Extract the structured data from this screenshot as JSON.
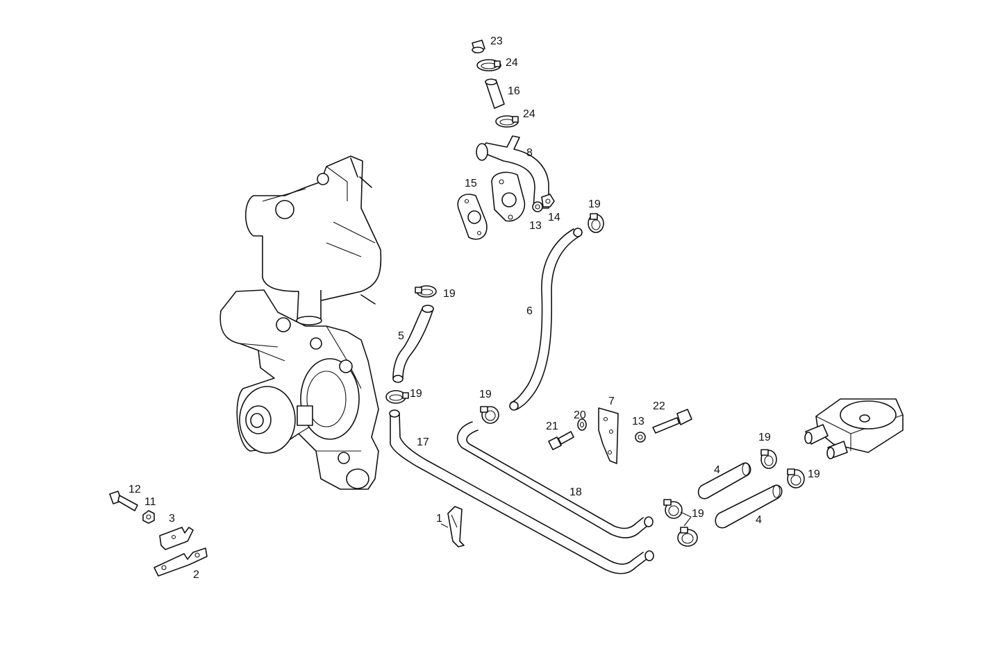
{
  "diagram": {
    "callouts": [
      {
        "id": "c23",
        "text": "23"
      },
      {
        "id": "c24a",
        "text": "24"
      },
      {
        "id": "c16",
        "text": "16"
      },
      {
        "id": "c24b",
        "text": "24"
      },
      {
        "id": "c8",
        "text": "8"
      },
      {
        "id": "c15",
        "text": "15"
      },
      {
        "id": "c13a",
        "text": "13"
      },
      {
        "id": "c14",
        "text": "14"
      },
      {
        "id": "c19a",
        "text": "19"
      },
      {
        "id": "c19b",
        "text": "19"
      },
      {
        "id": "c6",
        "text": "6"
      },
      {
        "id": "c5",
        "text": "5"
      },
      {
        "id": "c19c",
        "text": "19"
      },
      {
        "id": "c19d",
        "text": "19"
      },
      {
        "id": "c7",
        "text": "7"
      },
      {
        "id": "c20",
        "text": "20"
      },
      {
        "id": "c22",
        "text": "22"
      },
      {
        "id": "c21",
        "text": "21"
      },
      {
        "id": "c13b",
        "text": "13"
      },
      {
        "id": "c17",
        "text": "17"
      },
      {
        "id": "c18",
        "text": "18"
      },
      {
        "id": "c19e",
        "text": "19"
      },
      {
        "id": "c19f",
        "text": "19"
      },
      {
        "id": "c4a",
        "text": "4"
      },
      {
        "id": "c4b",
        "text": "4"
      },
      {
        "id": "c19g",
        "text": "19"
      },
      {
        "id": "c12",
        "text": "12"
      },
      {
        "id": "c11",
        "text": "11"
      },
      {
        "id": "c3",
        "text": "3"
      },
      {
        "id": "c2",
        "text": "2"
      },
      {
        "id": "c1",
        "text": "1"
      }
    ]
  }
}
